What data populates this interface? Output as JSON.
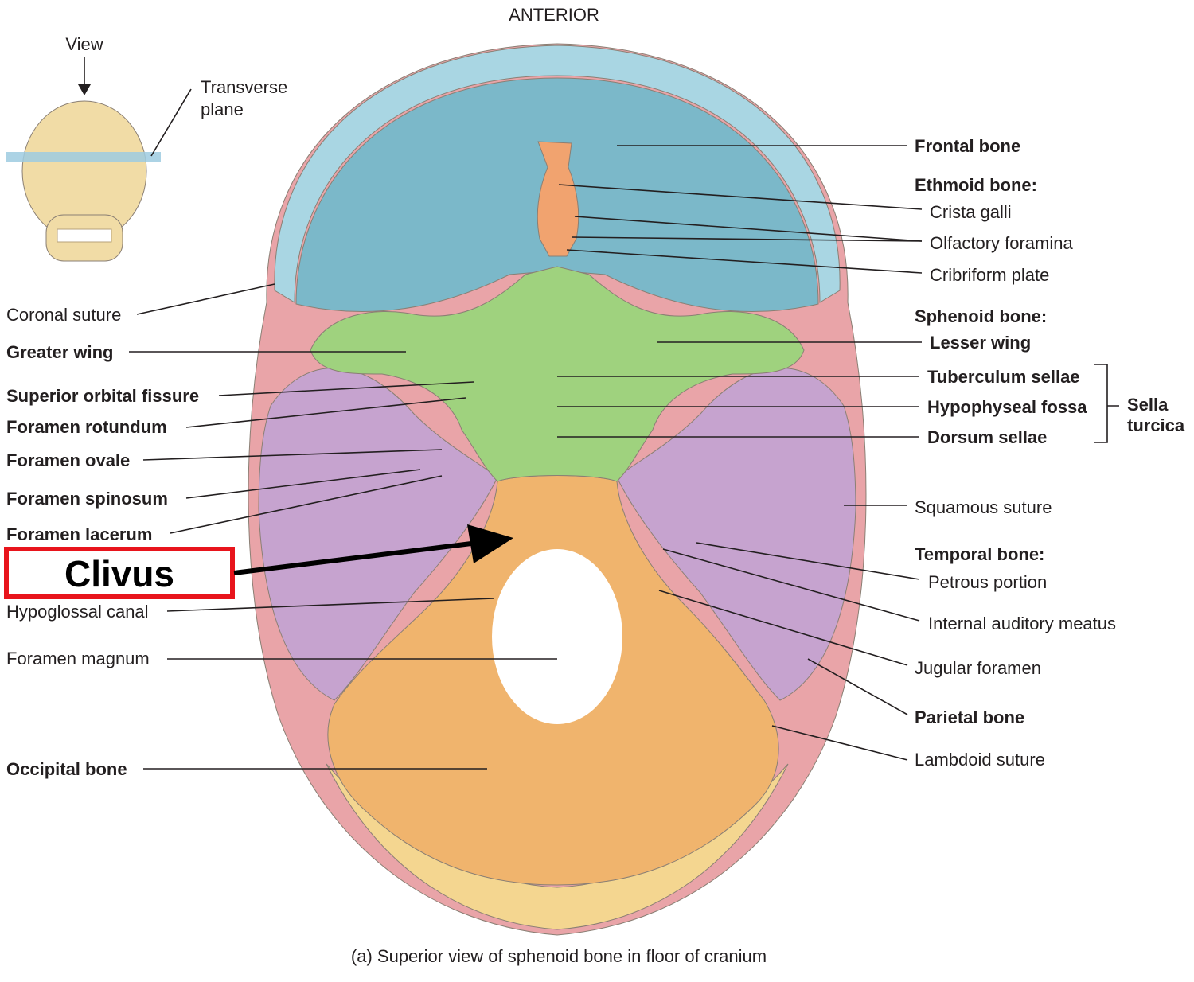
{
  "header": {
    "orientation": "ANTERIOR"
  },
  "inset": {
    "view": "View",
    "plane_line1": "Transverse",
    "plane_line2": "plane"
  },
  "labels_left": {
    "coronal_suture": "Coronal suture",
    "greater_wing": "Greater wing",
    "superior_orbital_fissure": "Superior orbital fissure",
    "foramen_rotundum": "Foramen rotundum",
    "foramen_ovale": "Foramen ovale",
    "foramen_spinosum": "Foramen spinosum",
    "foramen_lacerum": "Foramen lacerum",
    "hypoglossal_canal": "Hypoglossal canal",
    "foramen_magnum": "Foramen magnum",
    "occipital_bone": "Occipital bone"
  },
  "labels_right": {
    "frontal_bone": "Frontal bone",
    "ethmoid_bone": "Ethmoid bone:",
    "crista_galli": "Crista galli",
    "olfactory_foramina": "Olfactory foramina",
    "cribriform_plate": "Cribriform plate",
    "sphenoid_bone": "Sphenoid bone:",
    "lesser_wing": "Lesser wing",
    "tuberculum_sellae": "Tuberculum sellae",
    "hypophyseal_fossa": "Hypophyseal fossa",
    "dorsum_sellae": "Dorsum sellae",
    "sella_line1": "Sella",
    "sella_line2": "turcica",
    "squamous_suture": "Squamous suture",
    "temporal_bone": "Temporal bone:",
    "petrous_portion": "Petrous portion",
    "internal_auditory_meatus": "Internal auditory meatus",
    "jugular_foramen": "Jugular foramen",
    "parietal_bone": "Parietal bone",
    "lambdoid_suture": "Lambdoid suture"
  },
  "callout": {
    "text": "Clivus",
    "box_color": "#e8141c"
  },
  "caption": "(a) Superior view of sphenoid bone in floor of cranium",
  "colors": {
    "frontal": "#7bb8c9",
    "frontal_edge": "#a9d6e3",
    "ethmoid": "#f1a36f",
    "sphenoid": "#9fd27e",
    "temporal": "#c6a3cf",
    "parietal": "#e9a4a8",
    "occipital": "#f0b46d",
    "occipital_edge": "#f4d690",
    "skull_inset": "#f1dca6"
  }
}
